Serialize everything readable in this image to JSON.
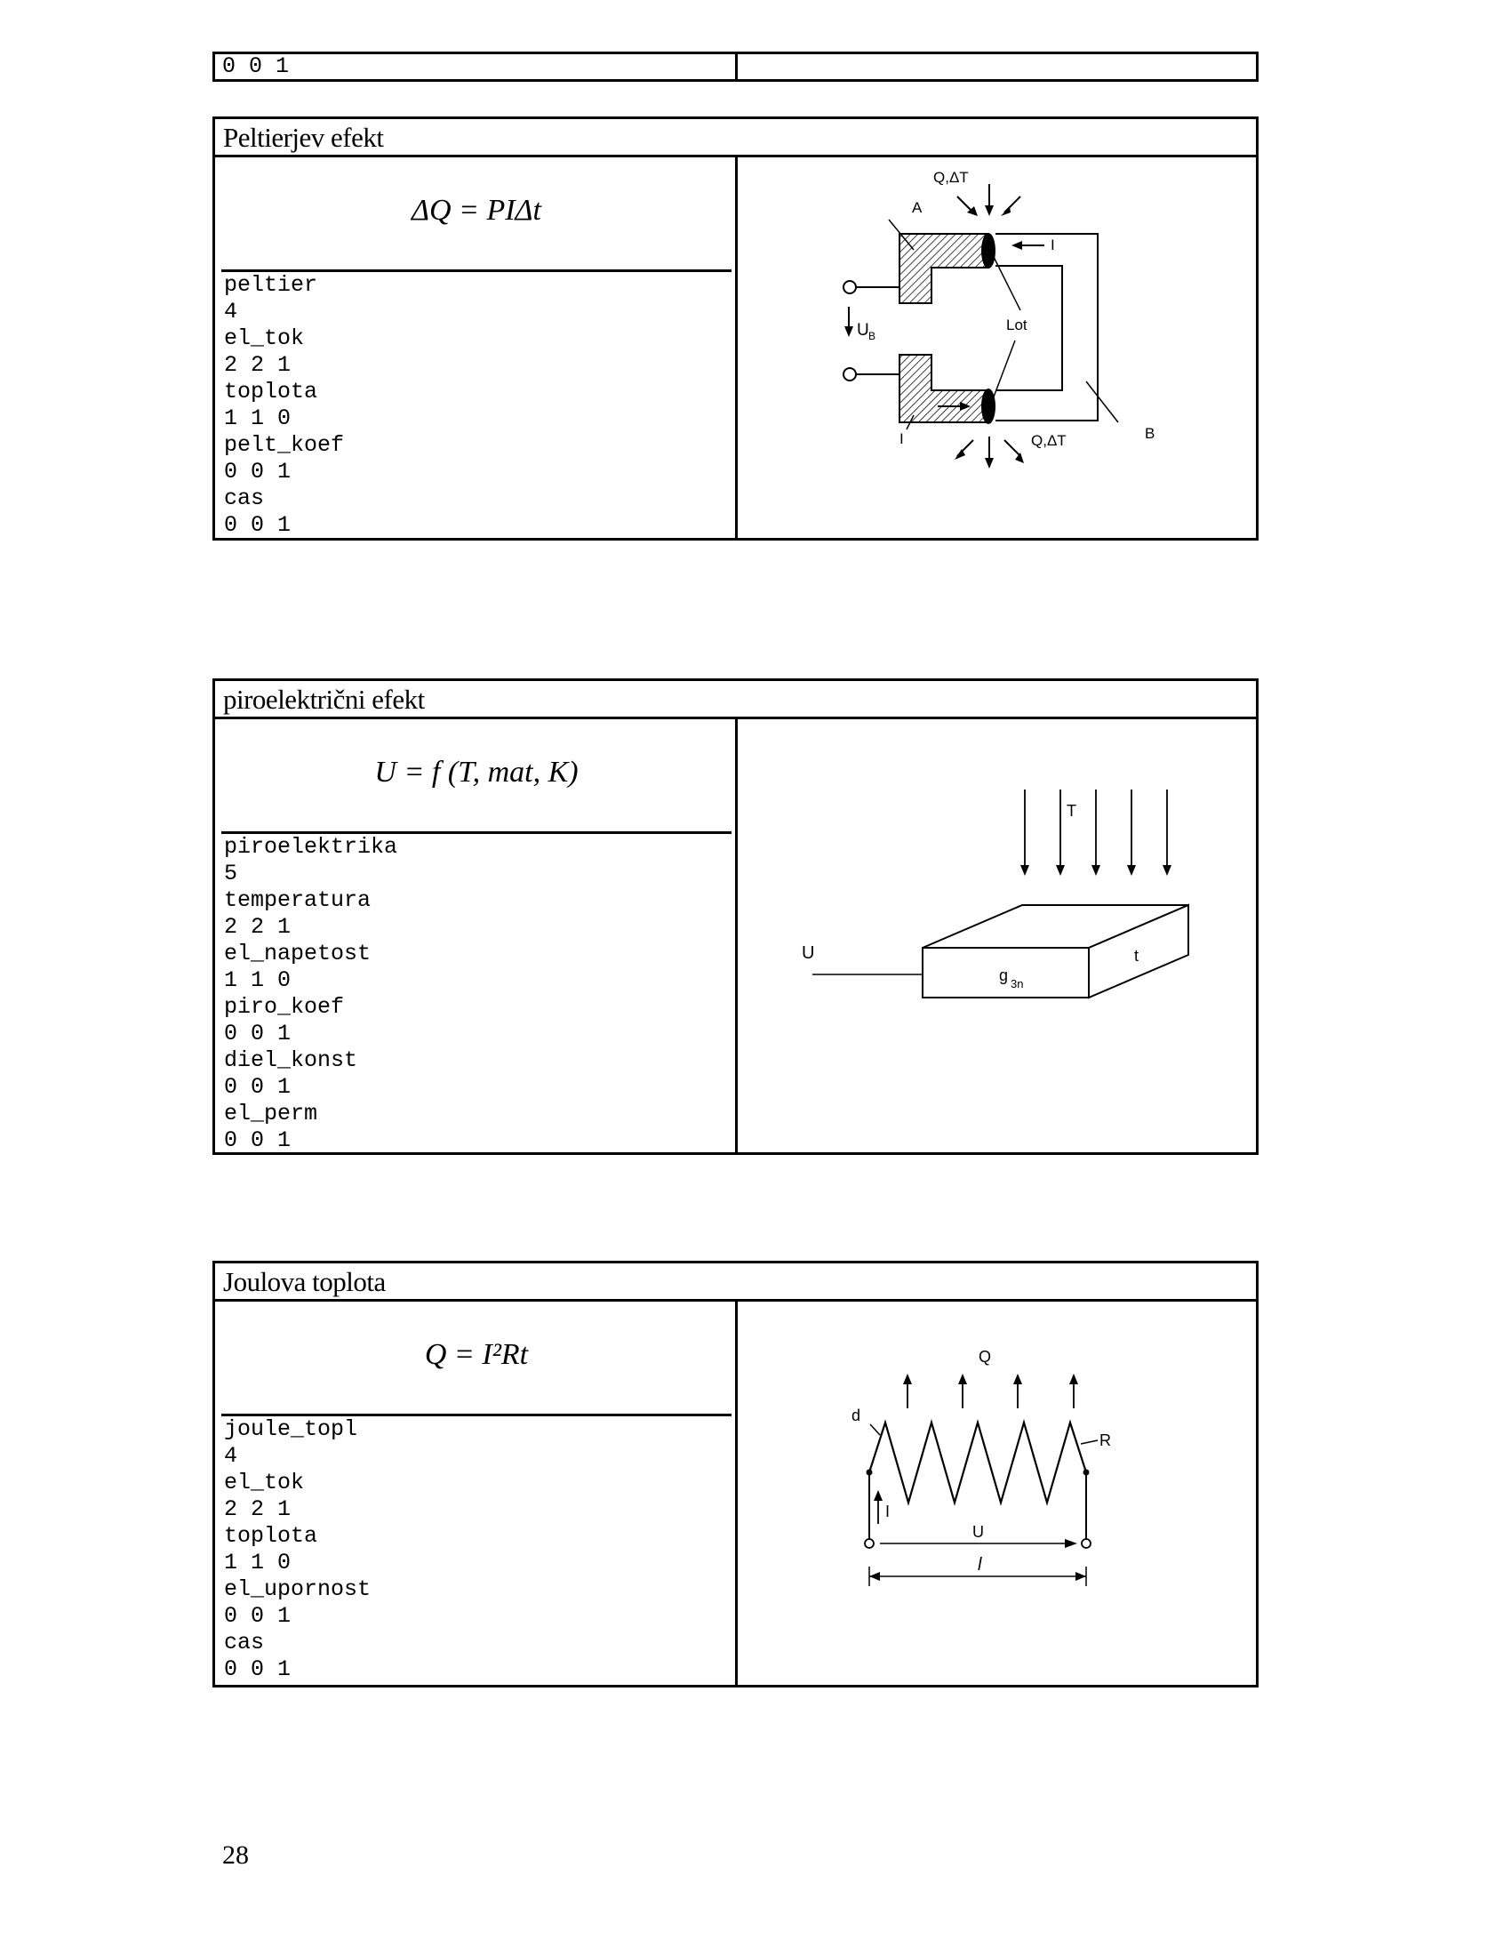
{
  "top_strip": {
    "left_text": "0 0 1"
  },
  "sections": [
    {
      "title": "Peltierjev efekt",
      "formula": "ΔQ = PIΔt",
      "code": [
        "peltier",
        "4",
        "el_tok",
        "2 2 1",
        "toplota",
        "1 1 0",
        "pelt_koef",
        "0 0 1",
        "cas",
        "0 0 1"
      ],
      "figure": {
        "labels": [
          "Q,ΔT",
          "A",
          "I",
          "U",
          "B",
          "Lot",
          "I",
          "Q,ΔT",
          "B"
        ]
      }
    },
    {
      "title": "piroelektrični efekt",
      "formula": "U = f (T, mat, K)",
      "code": [
        "piroelektrika",
        "5",
        "temperatura",
        "2 2 1",
        "el_napetost",
        "1 1 0",
        "piro_koef",
        "0 0 1",
        "diel_konst",
        "0 0 1",
        "el_perm",
        "0 0 1"
      ],
      "figure": {
        "labels": [
          "T",
          "U",
          "g",
          "3n",
          "t"
        ]
      }
    },
    {
      "title": "Joulova toplota",
      "formula": "Q = I²Rt",
      "code": [
        "joule_topl",
        "4",
        "el_tok",
        "2 2 1",
        "toplota",
        "1 1 0",
        "el_upornost",
        "0 0 1",
        "cas",
        "0 0 1"
      ],
      "figure": {
        "labels": [
          "Q",
          "d",
          "R",
          "I",
          "U",
          "l"
        ]
      }
    }
  ],
  "page_number": "28"
}
